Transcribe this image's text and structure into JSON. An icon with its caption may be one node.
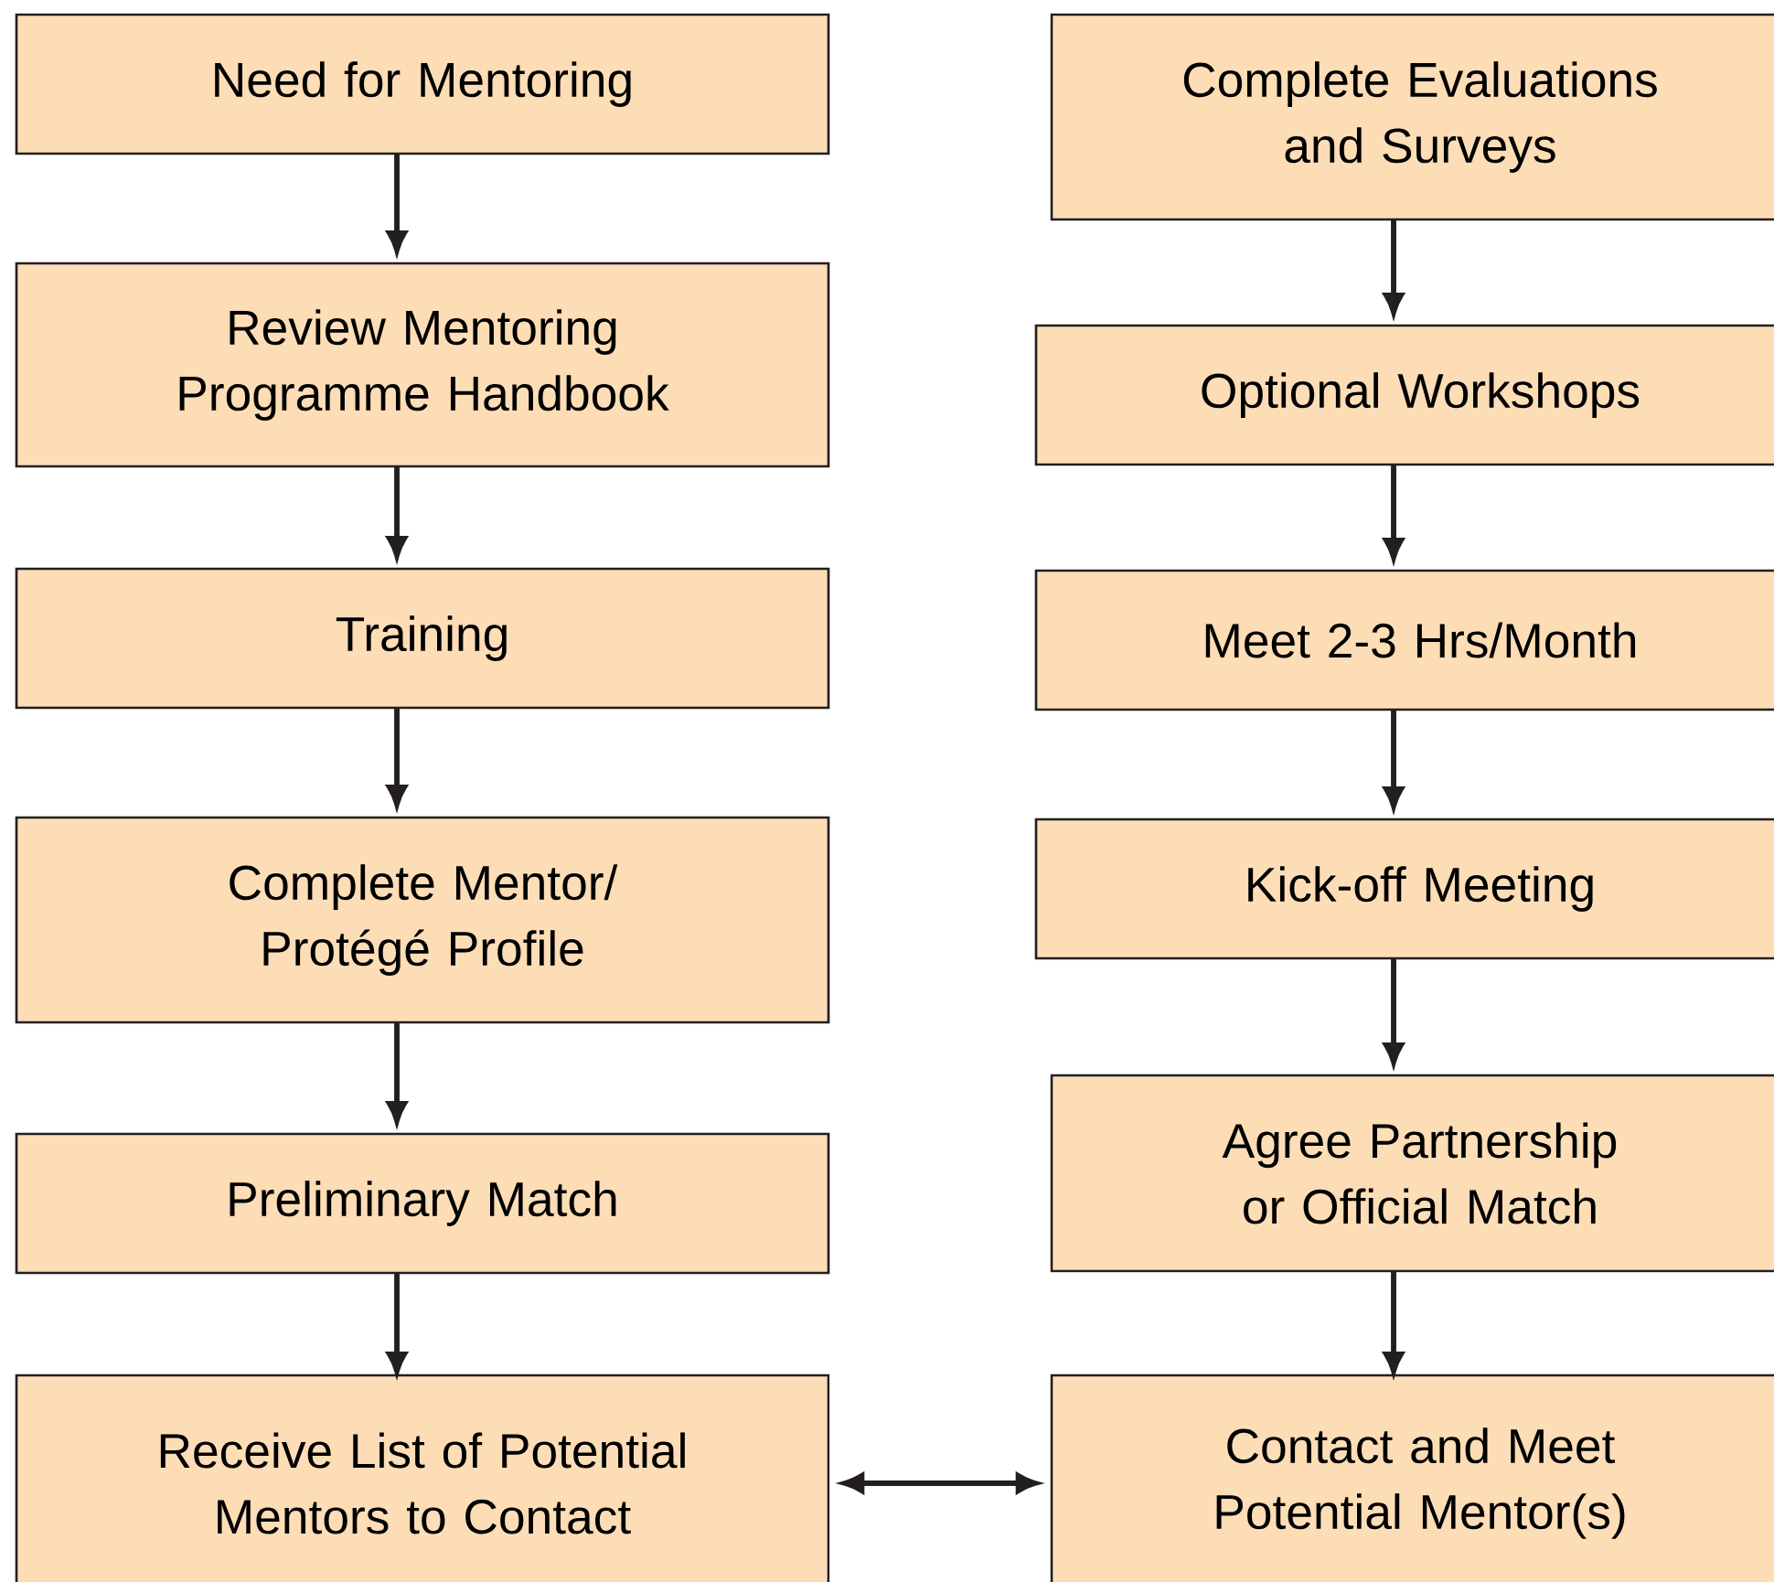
{
  "diagram": {
    "nodes": [
      {
        "text": [
          "Need for Mentoring"
        ]
      },
      {
        "text": [
          "Review Mentoring Programme Handbook"
        ]
      },
      {
        "text": [
          "Training"
        ]
      },
      {
        "text": [
          "Complete Mentor/ Protégé Profile"
        ]
      },
      {
        "text": [
          "Preliminary Match"
        ]
      },
      {
        "text": [
          "Receive List of Potential Mentors to Contact"
        ]
      },
      {
        "text": [
          "Complete Evaluations and Surveys"
        ]
      },
      {
        "text": [
          "Optional Workshops"
        ]
      },
      {
        "text": [
          "Meet 2-3 Hrs/Month"
        ]
      },
      {
        "text": [
          "Kick-off Meeting"
        ]
      },
      {
        "text": [
          "Agree Partnership or Official Match"
        ]
      },
      {
        "text": [
          "Contact and Meet Potential Mentor(s)"
        ]
      }
    ],
    "edges": [
      {
        "from": 0,
        "to": 1,
        "arrow": "to"
      },
      {
        "from": 1,
        "to": 2,
        "arrow": "to"
      },
      {
        "from": 2,
        "to": 3,
        "arrow": "to"
      },
      {
        "from": 3,
        "to": 4,
        "arrow": "to"
      },
      {
        "from": 4,
        "to": 5,
        "arrow": "to"
      },
      {
        "from": 5,
        "to": 11,
        "arrow": "both"
      },
      {
        "from": 6,
        "to": 7,
        "arrow": "to"
      },
      {
        "from": 7,
        "to": 8,
        "arrow": "to"
      },
      {
        "from": 8,
        "to": 9,
        "arrow": "to"
      },
      {
        "from": 9,
        "to": 10,
        "arrow": "to"
      },
      {
        "from": 10,
        "to": 11,
        "arrow": "to"
      }
    ]
  }
}
